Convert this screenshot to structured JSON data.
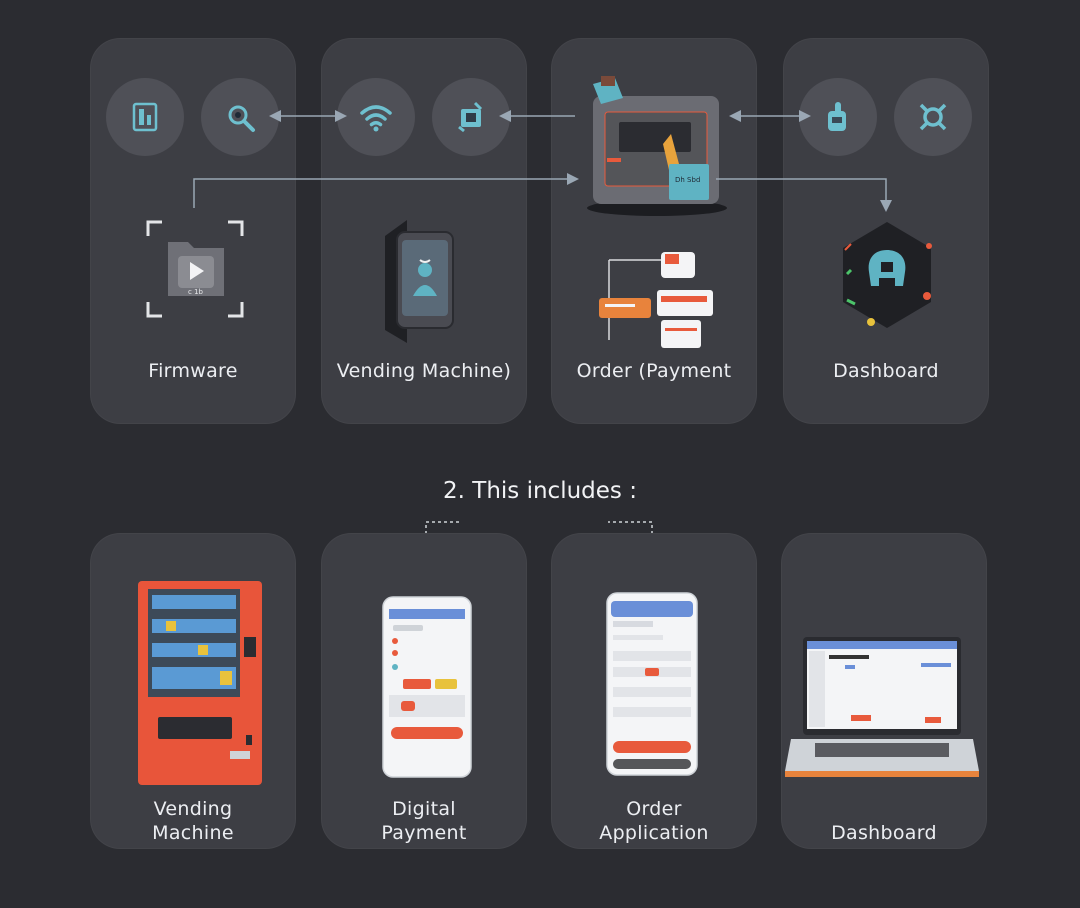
{
  "top_cards": [
    {
      "label": "Firmware"
    },
    {
      "label": "Vending Machine)"
    },
    {
      "label": "Order (Payment"
    },
    {
      "label": "Dashboard"
    }
  ],
  "section_heading": "2. This includes :",
  "bottom_cards": [
    {
      "line1": "Vending",
      "line2": "Machine"
    },
    {
      "line1": "Digital",
      "line2": "Payment"
    },
    {
      "line1": "Order",
      "line2": "Application"
    },
    {
      "line1": "",
      "line2": "Dashboard"
    }
  ],
  "colors": {
    "background": "#2b2c31",
    "card": "#3d3e44",
    "icon_circle": "#4f5057",
    "accent_teal": "#5fb3c3",
    "accent_orange": "#e85a3c",
    "connector": "#9aa7b4"
  },
  "icons": [
    "module-icon",
    "settings-search-icon",
    "wifi-icon",
    "chip-icon",
    "touch-icon",
    "network-icon"
  ]
}
